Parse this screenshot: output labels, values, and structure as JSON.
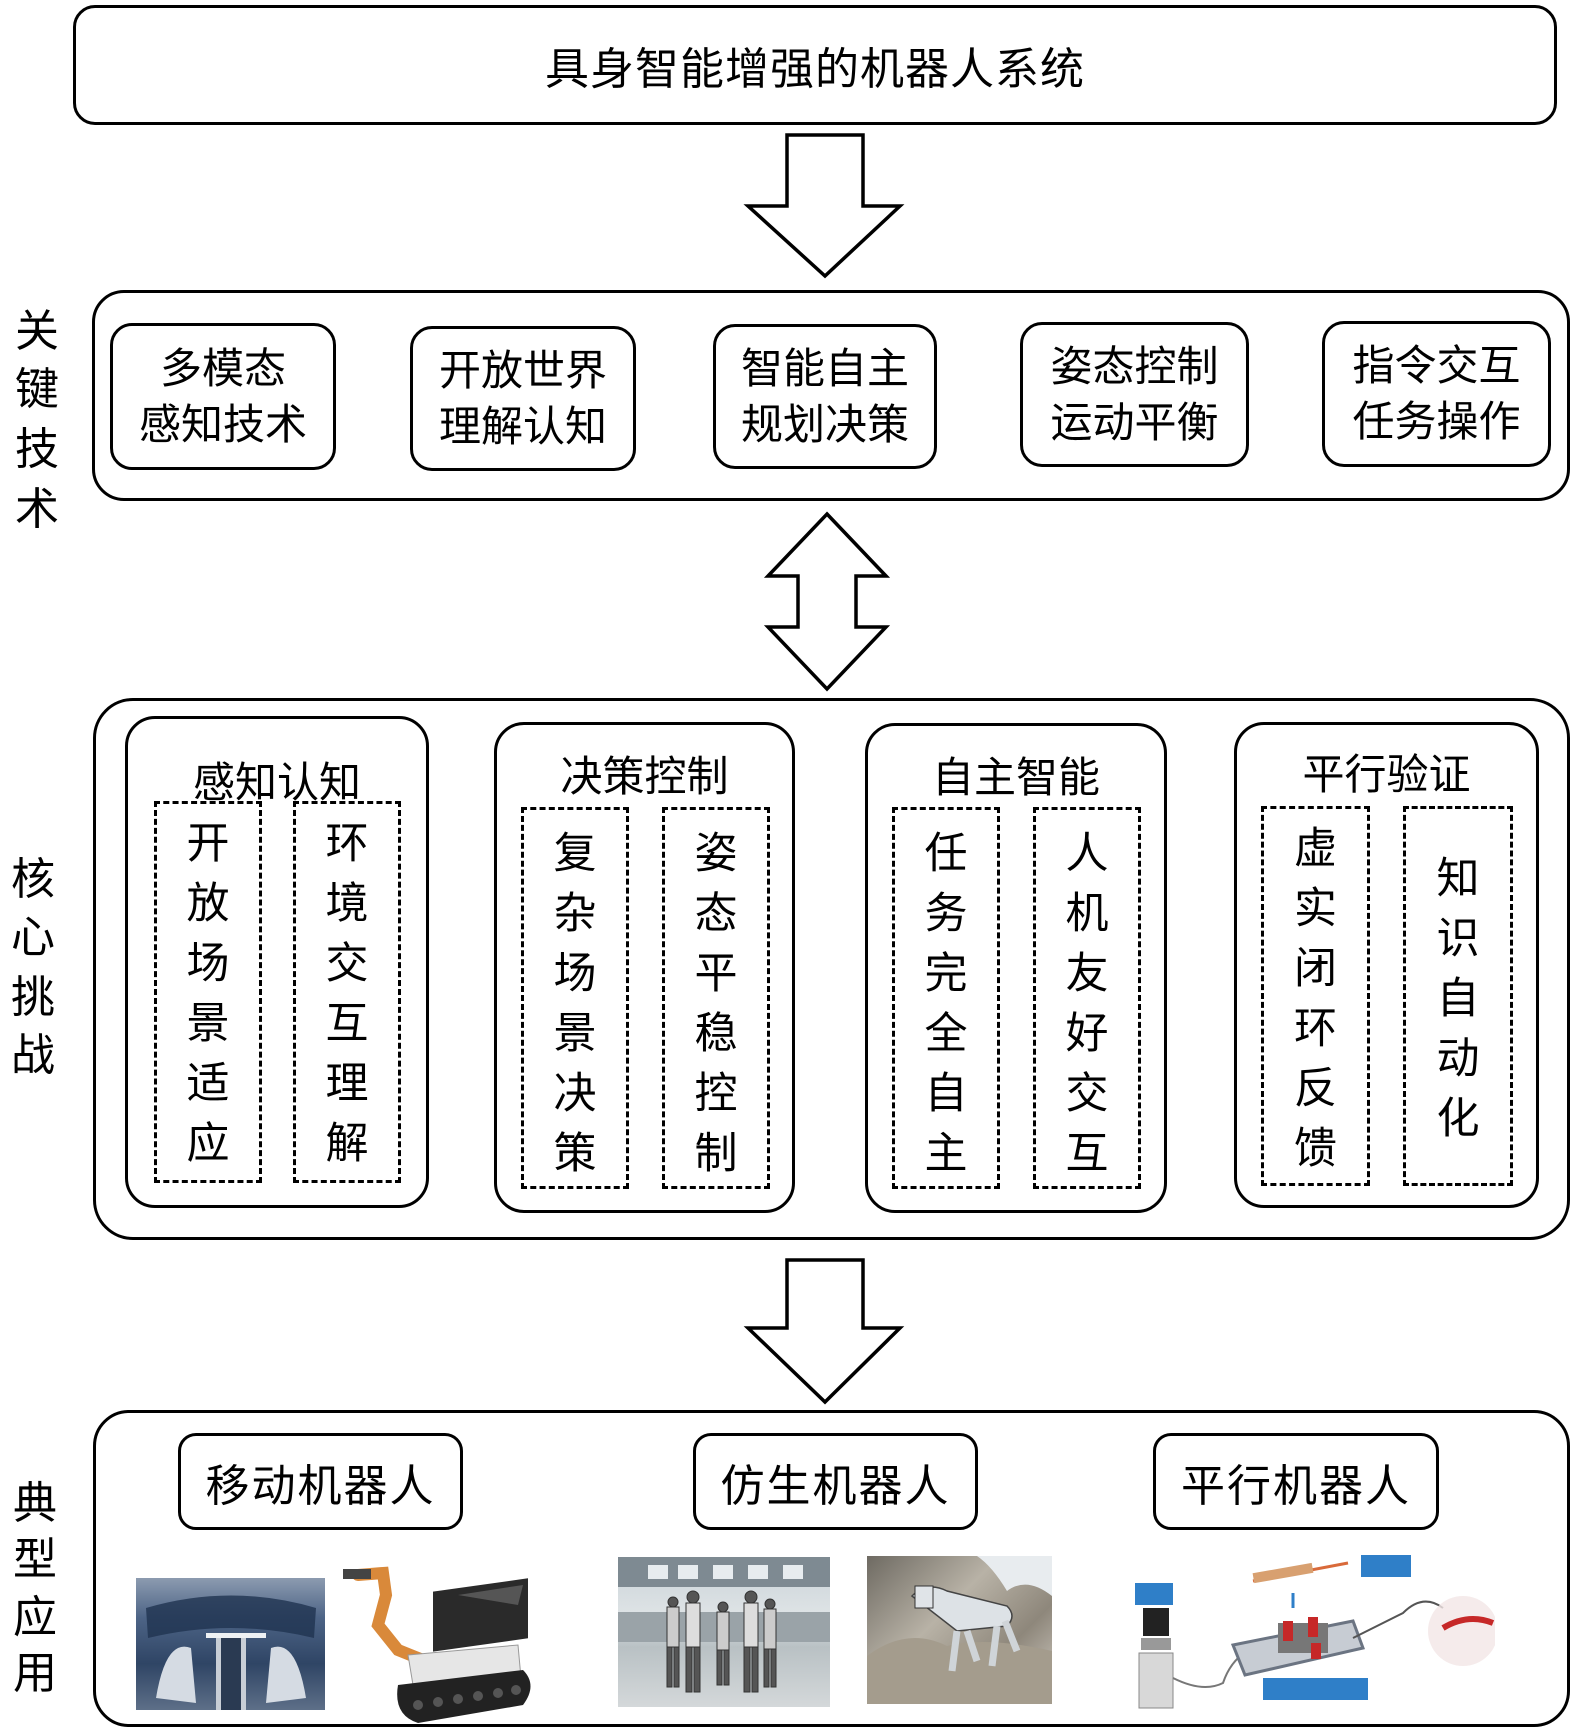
{
  "title": "具身智能增强的机器人系统",
  "sections": {
    "key_tech": {
      "side_label": [
        "关",
        "键",
        "技",
        "术"
      ],
      "items": [
        {
          "line1": "多模态",
          "line2": "感知技术"
        },
        {
          "line1": "开放世界",
          "line2": "理解认知"
        },
        {
          "line1": "智能自主",
          "line2": "规划决策"
        },
        {
          "line1": "姿态控制",
          "line2": "运动平衡"
        },
        {
          "line1": "指令交互",
          "line2": "任务操作"
        }
      ]
    },
    "core_challenges": {
      "side_label": [
        "核",
        "心",
        "挑",
        "战"
      ],
      "cards": [
        {
          "title": "感知认知",
          "columns": [
            [
              "开",
              "放",
              "场",
              "景",
              "适",
              "应"
            ],
            [
              "环",
              "境",
              "交",
              "互",
              "理",
              "解"
            ]
          ]
        },
        {
          "title": "决策控制",
          "columns": [
            [
              "复",
              "杂",
              "场",
              "景",
              "决",
              "策"
            ],
            [
              "姿",
              "态",
              "平",
              "稳",
              "控",
              "制"
            ]
          ]
        },
        {
          "title": "自主智能",
          "columns": [
            [
              "任",
              "务",
              "完",
              "全",
              "自",
              "主"
            ],
            [
              "人",
              "机",
              "友",
              "好",
              "交",
              "互"
            ]
          ]
        },
        {
          "title": "平行验证",
          "columns": [
            [
              "虚",
              "实",
              "闭",
              "环",
              "反",
              "馈"
            ],
            [
              "知",
              "识",
              "自",
              "动",
              "化"
            ]
          ]
        }
      ]
    },
    "applications": {
      "side_label": [
        "典",
        "型",
        "应",
        "用"
      ],
      "groups": [
        {
          "label": "移动机器人",
          "images": [
            "vehicle-interior-photo",
            "tracked-robot-arm-photo"
          ]
        },
        {
          "label": "仿生机器人",
          "images": [
            "humanoid-robots-photo",
            "robot-dog-photo"
          ]
        },
        {
          "label": "平行机器人",
          "images": [
            "ultrasound-parallel-robot-diagram"
          ]
        }
      ]
    }
  },
  "arrows": [
    {
      "type": "down-arrow",
      "from": "title",
      "to": "key_tech"
    },
    {
      "type": "double-arrow",
      "from": "key_tech",
      "to": "core_challenges"
    },
    {
      "type": "down-arrow",
      "from": "core_challenges",
      "to": "applications"
    }
  ],
  "colors": {
    "stroke": "#000000",
    "background": "#ffffff",
    "robot_arm_orange": "#d9893a",
    "label_blue": "#2f7fc8",
    "vehicle_blue": "#3c5a80"
  }
}
